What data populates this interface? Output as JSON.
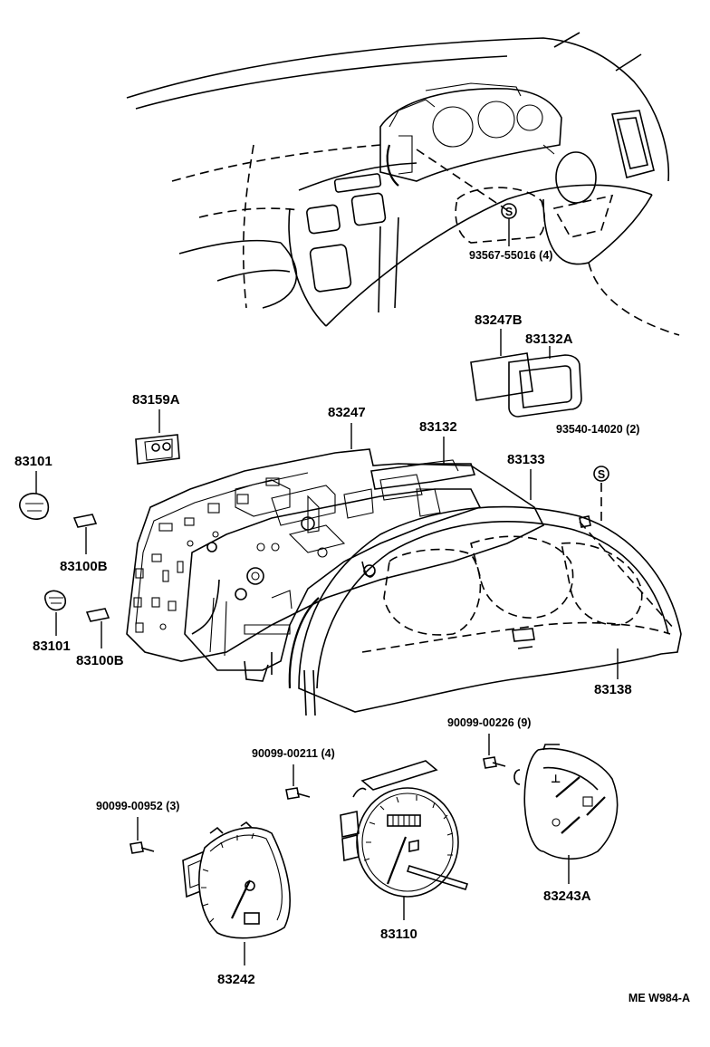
{
  "diagram": {
    "parts": {
      "p93567": "93567-55016 (4)",
      "p83247B": "83247B",
      "p83132A": "83132A",
      "p83159A": "83159A",
      "p83247": "83247",
      "p83132": "83132",
      "p93540": "93540-14020 (2)",
      "p83133": "83133",
      "p83101_top": "83101",
      "p83100B_top": "83100B",
      "p83101_bottom": "83101",
      "p83100B_bottom": "83100B",
      "p83138": "83138",
      "p90099_00226": "90099-00226 (9)",
      "p90099_00211": "90099-00211 (4)",
      "p90099_00952": "90099-00952 (3)",
      "p83243A": "83243A",
      "p83110": "83110",
      "p83242": "83242"
    },
    "symbols": {
      "s_marker_1": "S",
      "s_marker_2": "S"
    },
    "footer_code": "ME W984-A"
  }
}
